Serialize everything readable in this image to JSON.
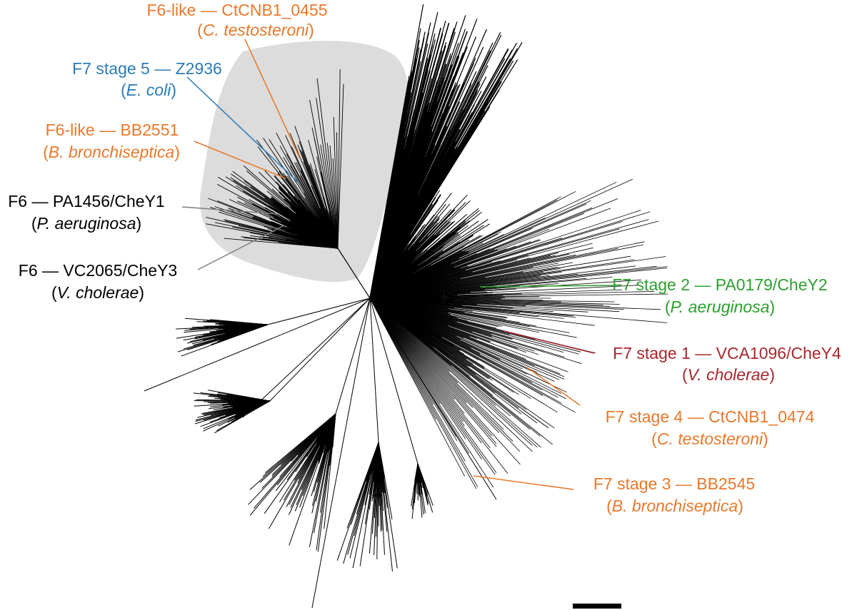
{
  "colors": {
    "black": "#000000",
    "orange": "#e8782a",
    "blue": "#2b7bb8",
    "green": "#2ca02c",
    "red": "#a8262b",
    "highlight": "#dcdcdc"
  },
  "labels": {
    "f6like_ctcnb1": {
      "line1": "F6-like — CtCNB1_0455",
      "open": "(",
      "species": "C. testosteroni",
      "close": ")",
      "color": "orange"
    },
    "f7s5_z2936": {
      "line1": "F7 stage 5 — Z2936",
      "open": "(",
      "species": "E. coli",
      "close": ")",
      "color": "blue"
    },
    "f6like_bb2551": {
      "line1": "F6-like — BB2551",
      "open": "(",
      "species": "B. bronchiseptica",
      "close": ")",
      "color": "orange"
    },
    "f6_pa1456": {
      "line1": "F6 — PA1456/CheY1",
      "open": "(",
      "species": "P. aeruginosa",
      "close": ")",
      "color": "black"
    },
    "f6_vc2065": {
      "line1": "F6 — VC2065/CheY3",
      "open": "(",
      "species": "V. cholerae",
      "close": ")",
      "color": "black"
    },
    "f7s2_pa0179": {
      "line1": "F7 stage 2 — PA0179/CheY2",
      "open": "(",
      "species": "P. aeruginosa",
      "close": ")",
      "color": "green"
    },
    "f7s1_vca1096": {
      "line1": "F7 stage 1 — VCA1096/CheY4",
      "open": "(",
      "species": "V. cholerae",
      "close": ")",
      "color": "red"
    },
    "f7s4_ctcnb1": {
      "line1": "F7 stage 4 — CtCNB1_0474",
      "open": "(",
      "species": "C. testosteroni",
      "close": ")",
      "color": "orange"
    },
    "f7s3_bb2545": {
      "line1": "F7 stage 3 — BB2545",
      "open": "(",
      "species": "B. bronchiseptica",
      "close": ")",
      "color": "orange"
    }
  }
}
